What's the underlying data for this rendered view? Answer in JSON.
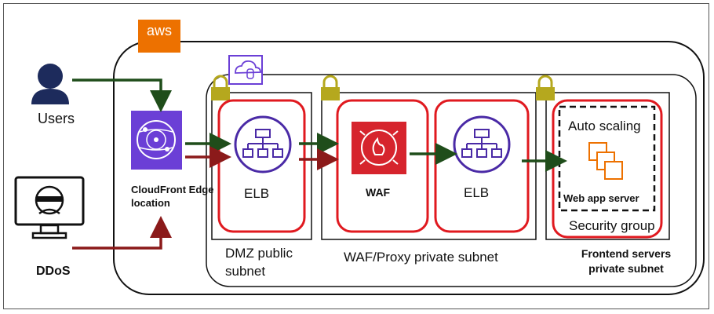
{
  "logo": {
    "aws": "aws"
  },
  "actors": {
    "users": "Users",
    "ddos": "DDoS"
  },
  "cloudfront": {
    "label": "CloudFront Edge location"
  },
  "dmz": {
    "elb_label": "ELB",
    "subnet_label": "DMZ public subnet"
  },
  "waf_proxy": {
    "waf_label": "WAF",
    "elb_label": "ELB",
    "subnet_label": "WAF/Proxy private subnet"
  },
  "frontend": {
    "autoscaling_label": "Auto scaling",
    "webapp_label": "Web app server",
    "security_group_label": "Security group",
    "subnet_label": "Frontend servers private subnet"
  },
  "colors": {
    "aws_orange": "#ed7100",
    "cloudfront_purple": "#6b3fd6",
    "waf_red": "#d6242d",
    "legit_flow": "#1f4d1a",
    "ddos_flow": "#8b1a1a",
    "security_group_red": "#e0191f",
    "lock": "#b5a81e",
    "elb_purple": "#4a2aa6"
  },
  "icons": [
    "user-icon",
    "hacker-monitor-icon",
    "aws-logo",
    "vpc-cloud-icon",
    "lock-icon",
    "cloudfront-icon",
    "elb-icon",
    "waf-icon",
    "ec2-instances-icon"
  ]
}
